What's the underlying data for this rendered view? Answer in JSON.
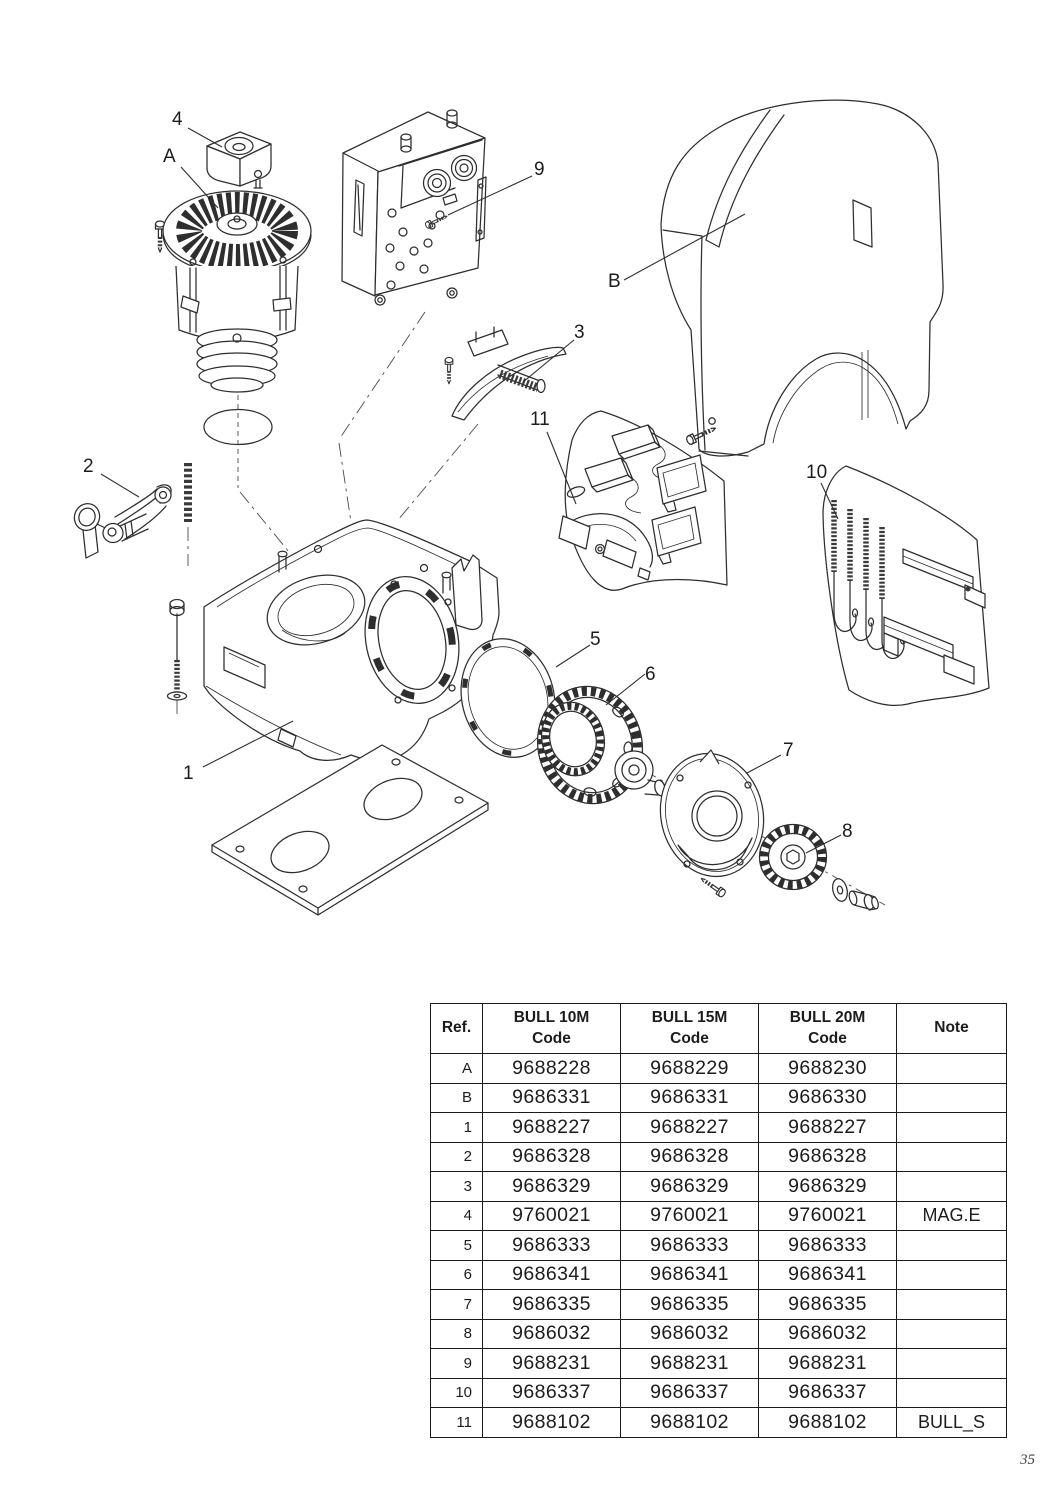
{
  "page": {
    "number": "35"
  },
  "diagram": {
    "callouts": [
      {
        "label": "4"
      },
      {
        "label": "A"
      },
      {
        "label": "9"
      },
      {
        "label": "B"
      },
      {
        "label": "3"
      },
      {
        "label": "11"
      },
      {
        "label": "10"
      },
      {
        "label": "2"
      },
      {
        "label": "5"
      },
      {
        "label": "6"
      },
      {
        "label": "7"
      },
      {
        "label": "8"
      },
      {
        "label": "1"
      }
    ]
  },
  "table": {
    "headers": [
      {
        "title": "Ref.",
        "subtitle": ""
      },
      {
        "title": "BULL 10M",
        "subtitle": "Code"
      },
      {
        "title": "BULL 15M",
        "subtitle": "Code"
      },
      {
        "title": "BULL 20M",
        "subtitle": "Code"
      },
      {
        "title": "Note",
        "subtitle": ""
      }
    ],
    "rows": [
      {
        "ref": "A",
        "codes": [
          "9688228",
          "9688229",
          "9688230"
        ],
        "note": ""
      },
      {
        "ref": "B",
        "codes": [
          "9686331",
          "9686331",
          "9686330"
        ],
        "note": ""
      },
      {
        "ref": "1",
        "codes": [
          "9688227",
          "9688227",
          "9688227"
        ],
        "note": ""
      },
      {
        "ref": "2",
        "codes": [
          "9686328",
          "9686328",
          "9686328"
        ],
        "note": ""
      },
      {
        "ref": "3",
        "codes": [
          "9686329",
          "9686329",
          "9686329"
        ],
        "note": ""
      },
      {
        "ref": "4",
        "codes": [
          "9760021",
          "9760021",
          "9760021"
        ],
        "note": "MAG.E"
      },
      {
        "ref": "5",
        "codes": [
          "9686333",
          "9686333",
          "9686333"
        ],
        "note": ""
      },
      {
        "ref": "6",
        "codes": [
          "9686341",
          "9686341",
          "9686341"
        ],
        "note": ""
      },
      {
        "ref": "7",
        "codes": [
          "9686335",
          "9686335",
          "9686335"
        ],
        "note": ""
      },
      {
        "ref": "8",
        "codes": [
          "9686032",
          "9686032",
          "9686032"
        ],
        "note": ""
      },
      {
        "ref": "9",
        "codes": [
          "9688231",
          "9688231",
          "9688231"
        ],
        "note": ""
      },
      {
        "ref": "10",
        "codes": [
          "9686337",
          "9686337",
          "9686337"
        ],
        "note": ""
      },
      {
        "ref": "11",
        "codes": [
          "9688102",
          "9688102",
          "9688102"
        ],
        "note": "BULL_S"
      }
    ]
  }
}
